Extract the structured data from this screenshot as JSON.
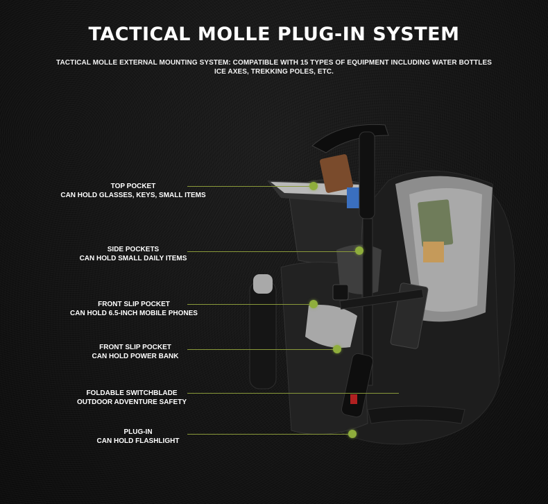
{
  "title": "TACTICAL MOLLE PLUG-IN SYSTEM",
  "subtitle": {
    "line1": "TACTICAL MOLLE EXTERNAL MOUNTING SYSTEM: COMPATIBLE WITH 15 TYPES OF EQUIPMENT INCLUDING WATER BOTTLES",
    "line2": "ICE AXES, TREKKING POLES, ETC."
  },
  "callouts": [
    {
      "name": "TOP POCKET",
      "desc": "CAN HOLD GLASSES, KEYS, SMALL ITEMS"
    },
    {
      "name": "SIDE POCKETS",
      "desc": "CAN HOLD SMALL DAILY ITEMS"
    },
    {
      "name": "FRONT SLIP POCKET",
      "desc": "CAN HOLD 6.5-INCH MOBILE PHONES"
    },
    {
      "name": "FRONT SLIP POCKET",
      "desc": "CAN HOLD POWER BANK"
    },
    {
      "name": "FOLDABLE SWITCHBLADE",
      "desc": "OUTDOOR ADVENTURE SAFETY"
    },
    {
      "name": "PLUG-IN",
      "desc": "CAN HOLD FLASHLIGHT"
    }
  ],
  "colors": {
    "accent": "#8fae3c",
    "background": "#141414",
    "text": "#ffffff"
  }
}
